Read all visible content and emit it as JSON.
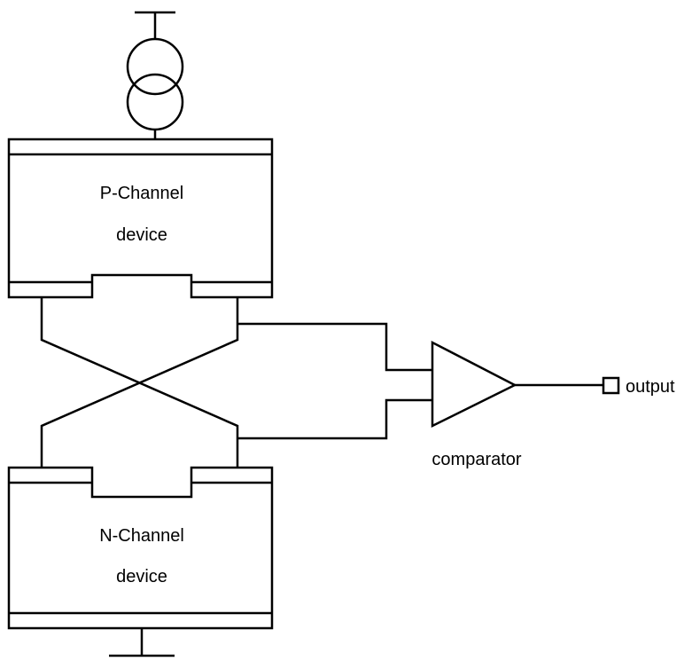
{
  "diagram": {
    "p_device": {
      "line1": "P-Channel",
      "line2": "device"
    },
    "n_device": {
      "line1": "N-Channel",
      "line2": "device"
    },
    "comparator": {
      "label": "comparator"
    },
    "output": {
      "label": "output"
    },
    "colors": {
      "stroke": "#000000",
      "background": "#ffffff"
    },
    "icons": {
      "supply": "two-circle-transformer-icon",
      "ground": "ground-bar-icon",
      "comparator": "triangle-amplifier-icon",
      "output": "square-terminal-icon"
    }
  }
}
